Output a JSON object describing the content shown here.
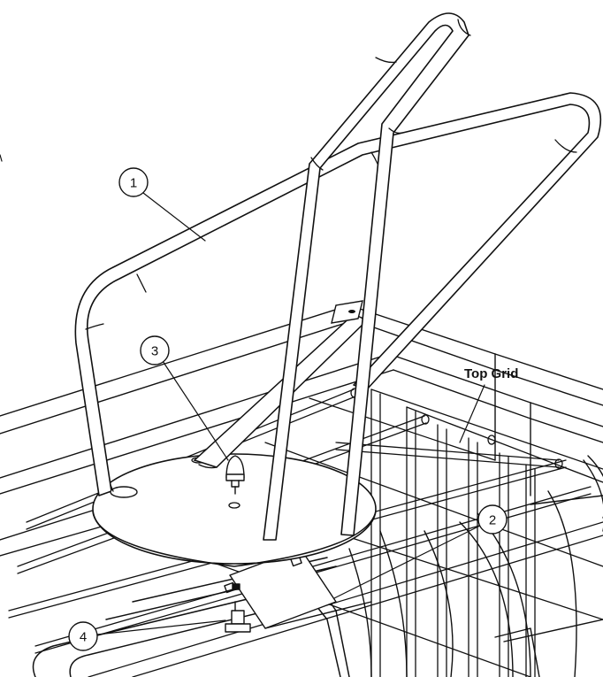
{
  "callouts": [
    {
      "id": "1",
      "text": "1"
    },
    {
      "id": "2",
      "text": "2"
    },
    {
      "id": "3",
      "text": "3"
    },
    {
      "id": "4",
      "text": "4"
    }
  ],
  "labels": {
    "top_grid": "Top Grid"
  }
}
